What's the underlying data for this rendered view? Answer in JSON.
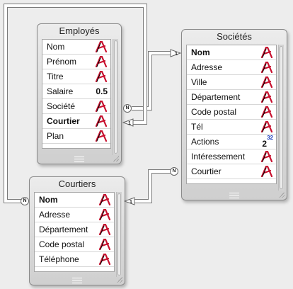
{
  "tables": {
    "employes": {
      "title": "Employés",
      "fields": [
        {
          "name": "Nom",
          "type": "alpha",
          "key": false
        },
        {
          "name": "Prénom",
          "type": "alpha",
          "key": false
        },
        {
          "name": "Titre",
          "type": "alpha",
          "key": false
        },
        {
          "name": "Salaire",
          "type": "real",
          "type_label": "0.5",
          "key": false
        },
        {
          "name": "Société",
          "type": "alpha",
          "key": false
        },
        {
          "name": "Courtier",
          "type": "alpha",
          "key": true
        },
        {
          "name": "Plan",
          "type": "alpha",
          "key": false
        }
      ]
    },
    "societes": {
      "title": "Sociétés",
      "fields": [
        {
          "name": "Nom",
          "type": "alpha",
          "key": true
        },
        {
          "name": "Adresse",
          "type": "alpha",
          "key": false
        },
        {
          "name": "Ville",
          "type": "alpha",
          "key": false
        },
        {
          "name": "Département",
          "type": "alpha",
          "key": false
        },
        {
          "name": "Code postal",
          "type": "alpha",
          "key": false
        },
        {
          "name": "Tél",
          "type": "alpha",
          "key": false
        },
        {
          "name": "Actions",
          "type": "integer",
          "type_label": "2",
          "type_sup": "32",
          "key": false
        },
        {
          "name": "Intéressement",
          "type": "alpha",
          "key": false
        },
        {
          "name": "Courtier",
          "type": "alpha",
          "key": false
        }
      ]
    },
    "courtiers": {
      "title": "Courtiers",
      "fields": [
        {
          "name": "Nom",
          "type": "alpha",
          "key": true
        },
        {
          "name": "Adresse",
          "type": "alpha",
          "key": false
        },
        {
          "name": "Département",
          "type": "alpha",
          "key": false
        },
        {
          "name": "Code postal",
          "type": "alpha",
          "key": false
        },
        {
          "name": "Téléphone",
          "type": "alpha",
          "key": false
        }
      ]
    }
  },
  "relations": {
    "many_label": "N",
    "one_label": "1"
  },
  "colors": {
    "alpha_icon": "#c8102e",
    "link_line": "#ffffff",
    "link_outline": "#7a7a7a"
  }
}
